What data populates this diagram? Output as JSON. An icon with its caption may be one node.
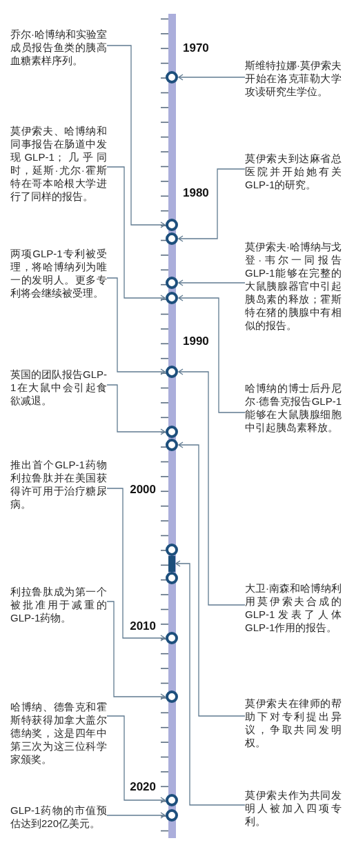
{
  "diagram": {
    "nodes": [
      {
        "text": [
          "乔尔·哈博纳和实验室成员报告鱼类的胰高血糖素样序列。"
        ]
      },
      {
        "text": [
          "莫伊索夫、哈博纳和同事报告在肠道中发现GLP-1；几乎同时，延斯·尤尔·霍斯特在哥本哈根大学进行了同样的报告。"
        ]
      },
      {
        "text": [
          "两项GLP-1专利被受理，将哈博纳列为唯一的发明人。更多专利将会继续被受理。"
        ]
      },
      {
        "text": [
          "英国的团队报告GLP-1在大鼠中会引起食欲减退。"
        ]
      },
      {
        "text": [
          "推出首个GLP-1药物利拉鲁肽并在美国获得许可用于治疗糖尿病。"
        ]
      },
      {
        "text": [
          "利拉鲁肽成为第一个被批准用于减重的GLP-1药物。"
        ]
      },
      {
        "text": [
          "哈博纳、德鲁克和霍斯特获得加拿大盖尔德纳奖，这是四年中第三次为这三位科学家颁奖。"
        ]
      },
      {
        "text": [
          "GLP-1药物的市值预估达到220亿美元。"
        ]
      },
      {
        "text": [
          "斯维特拉娜·莫伊索夫开始在洛克菲勒大学攻读研究生学位。"
        ]
      },
      {
        "text": [
          "莫伊索夫到达麻省总医院并开始她有关GLP-1的研究。"
        ]
      },
      {
        "text": [
          "莫伊索夫·哈博纳与戈登·韦尔一同报告GLP-1能够在完整的大鼠胰腺器官中引起胰岛素的释放；霍斯特在猪的胰腺中有相似的报告。"
        ]
      },
      {
        "text": [
          "哈博纳的博士后丹尼尔·德鲁克报告GLP-1能够在大鼠胰腺细胞中引起胰岛素释放。"
        ]
      },
      {
        "text": [
          "大卫·南森和哈博纳利用莫伊索夫合成的GLP-1发表了人体GLP-1作用的报告。"
        ]
      },
      {
        "text": [
          "莫伊索夫在律师的帮助下对专利提出异议，争取共同发明权。"
        ]
      },
      {
        "text": [
          "莫伊索夫作为共同发明人被加入四项专利。"
        ]
      },
      {
        "text": [],
        "shape": "circle"
      },
      {
        "text": [],
        "shape": "circle"
      },
      {
        "text": [],
        "shape": "circle"
      },
      {
        "text": [],
        "shape": "circle"
      },
      {
        "text": [],
        "shape": "circle"
      },
      {
        "text": [],
        "shape": "circle"
      },
      {
        "text": [],
        "shape": "circle"
      },
      {
        "text": [],
        "shape": "circle"
      },
      {
        "text": [],
        "shape": "circle"
      },
      {
        "text": [],
        "shape": "bar"
      },
      {
        "text": [],
        "shape": "circle"
      },
      {
        "text": [],
        "shape": "circle"
      },
      {
        "text": [],
        "shape": "circle"
      },
      {
        "text": [],
        "shape": "circle"
      },
      {
        "text": [],
        "shape": "circle"
      }
    ],
    "edges": [
      {
        "from": 0,
        "to": 16,
        "arrow": "to"
      },
      {
        "from": 1,
        "to": 19,
        "arrow": "to"
      },
      {
        "from": 2,
        "to": 20,
        "arrow": "to"
      },
      {
        "from": 3,
        "to": 21,
        "arrow": "to"
      },
      {
        "from": 4,
        "to": 26,
        "arrow": "to"
      },
      {
        "from": 5,
        "to": 27,
        "arrow": "to"
      },
      {
        "from": 6,
        "to": 28,
        "arrow": "to"
      },
      {
        "from": 7,
        "to": 29,
        "arrow": "to"
      },
      {
        "from": 8,
        "to": 15,
        "arrow": "to"
      },
      {
        "from": 9,
        "to": 17,
        "arrow": "to"
      },
      {
        "from": 10,
        "to": 18,
        "arrow": "to"
      },
      {
        "from": 11,
        "to": 19,
        "arrow": "to"
      },
      {
        "from": 12,
        "to": 20,
        "arrow": "to"
      },
      {
        "from": 13,
        "to": 22,
        "arrow": "to"
      },
      {
        "from": 14,
        "to": 24,
        "arrow": "to"
      }
    ],
    "labels": [
      "1970",
      "1980",
      "1990",
      "2000",
      "2010",
      "2020"
    ]
  }
}
